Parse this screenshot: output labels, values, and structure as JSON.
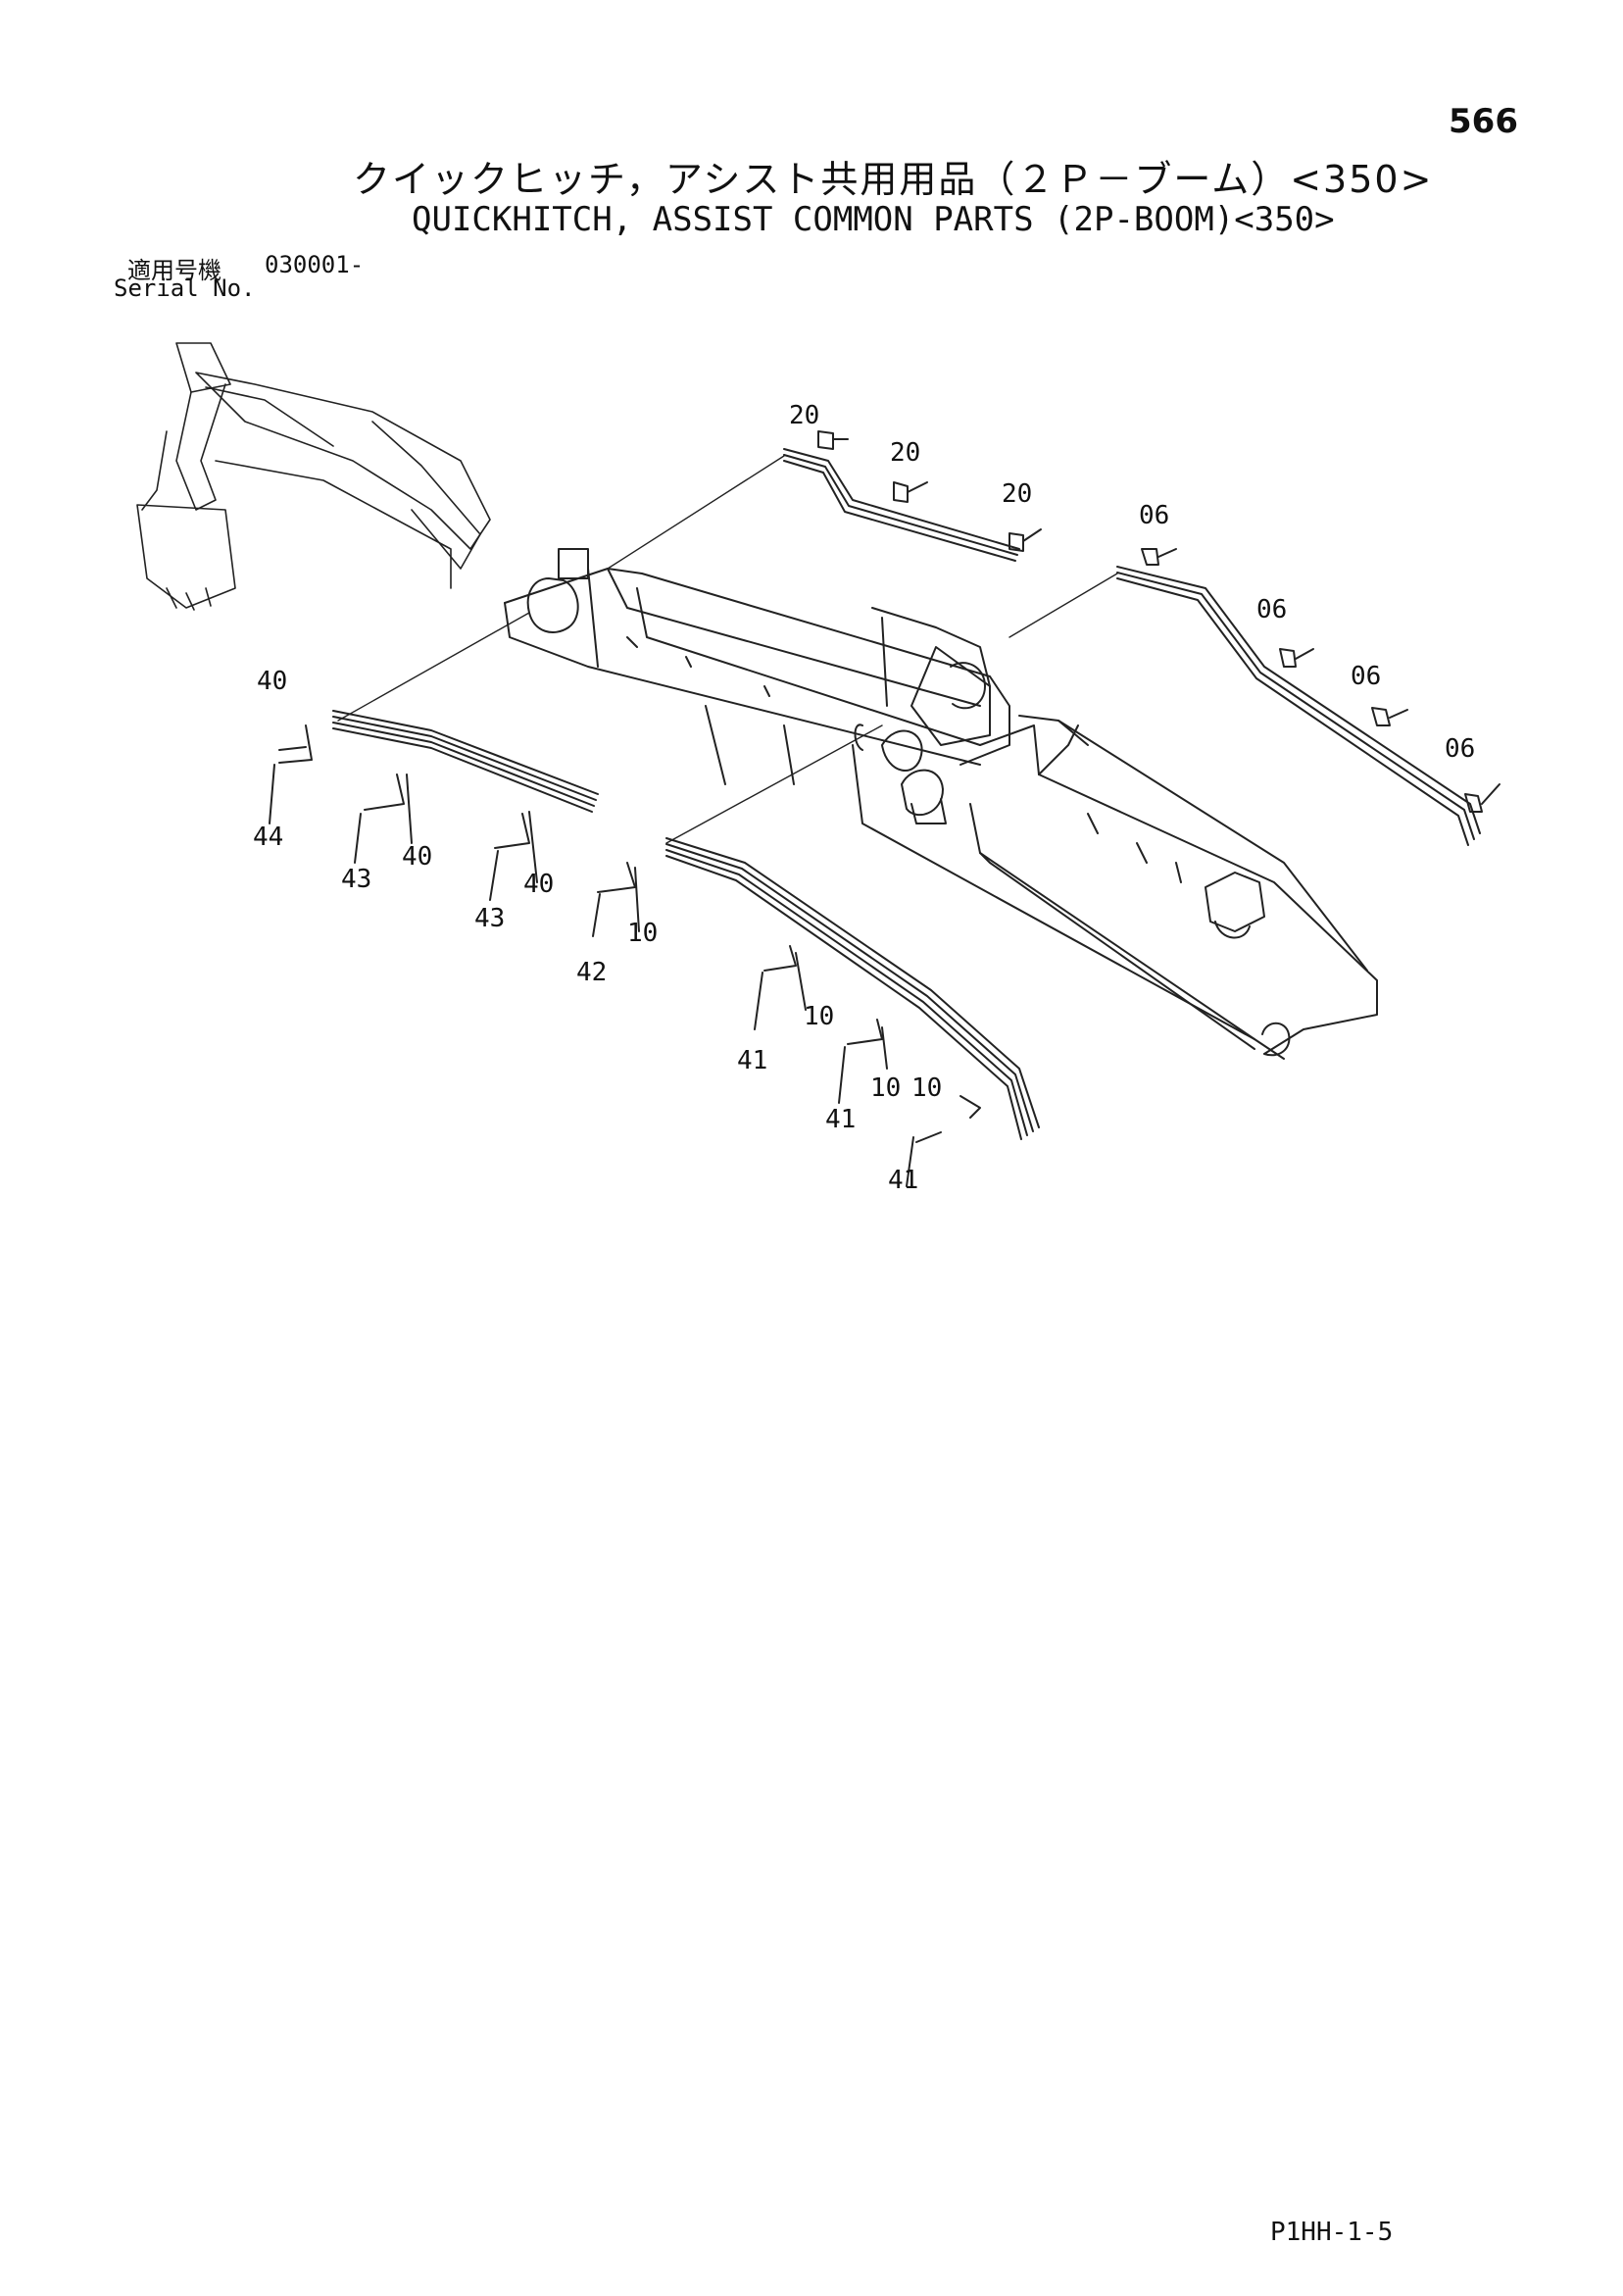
{
  "page_number": "566",
  "title_jp": "クイックヒッチ，アシスト共用用品（２Ｐ－ブーム）<350>",
  "title_en": "QUICKHITCH, ASSIST COMMON PARTS (2P-BOOM)<350>",
  "serial": {
    "label_jp": "適用号機",
    "label_en": "Serial No.",
    "range": "030001-"
  },
  "callouts": [
    {
      "id": "c20a",
      "label": "20"
    },
    {
      "id": "c20b",
      "label": "20"
    },
    {
      "id": "c20c",
      "label": "20"
    },
    {
      "id": "c06a",
      "label": "06"
    },
    {
      "id": "c06b",
      "label": "06"
    },
    {
      "id": "c06c",
      "label": "06"
    },
    {
      "id": "c06d",
      "label": "06"
    },
    {
      "id": "c40a",
      "label": "40"
    },
    {
      "id": "c44",
      "label": "44"
    },
    {
      "id": "c43a",
      "label": "43"
    },
    {
      "id": "c40b",
      "label": "40"
    },
    {
      "id": "c43b",
      "label": "43"
    },
    {
      "id": "c40c",
      "label": "40"
    },
    {
      "id": "c10a",
      "label": "10"
    },
    {
      "id": "c42",
      "label": "42"
    },
    {
      "id": "c10b",
      "label": "10"
    },
    {
      "id": "c41a",
      "label": "41"
    },
    {
      "id": "c10c",
      "label": "10"
    },
    {
      "id": "c41b",
      "label": "41"
    },
    {
      "id": "c10d",
      "label": "10"
    },
    {
      "id": "c41c",
      "label": "41"
    }
  ],
  "sheet_code": "P1HH-1-5"
}
